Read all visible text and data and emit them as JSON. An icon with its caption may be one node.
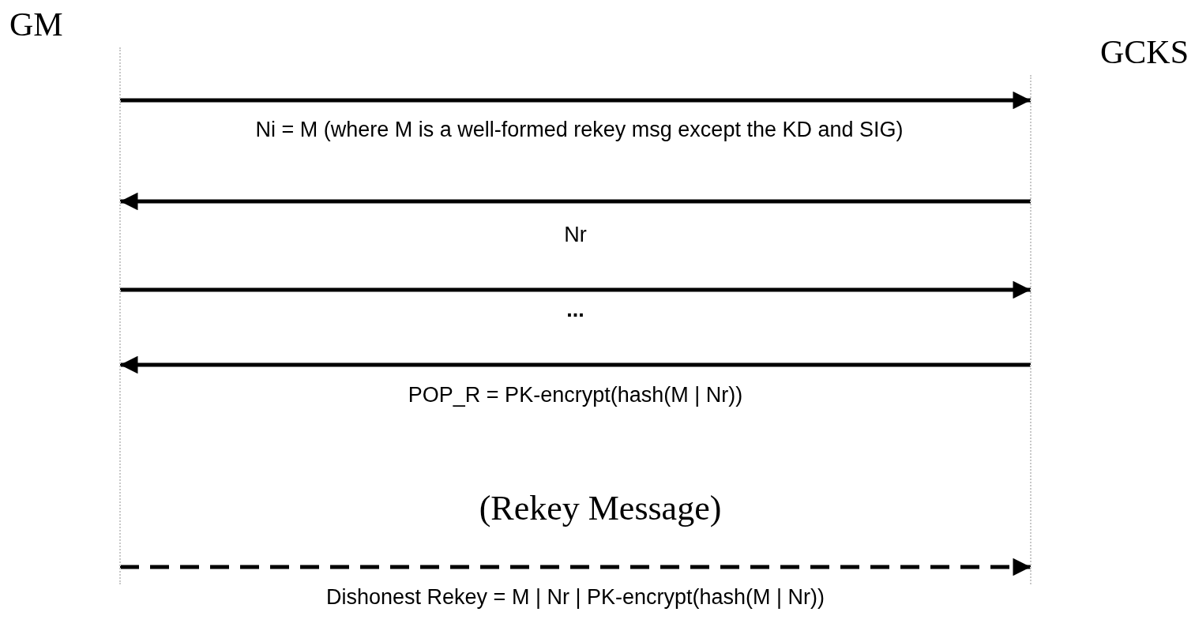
{
  "diagram": {
    "nodes": [
      {
        "text": [
          "GM"
        ]
      },
      {
        "text": [
          "GCKS"
        ]
      }
    ],
    "edges": [
      {
        "from": 0,
        "to": 1,
        "arrow": "to",
        "label": "Ni = M (where M is a well-formed rekey msg except the KD and SIG)"
      },
      {
        "from": 1,
        "to": 0,
        "arrow": "to",
        "label": "Nr"
      },
      {
        "from": 0,
        "to": 1,
        "arrow": "to",
        "label": "..."
      },
      {
        "from": 1,
        "to": 0,
        "arrow": "to",
        "label": "POP_R = PK-encrypt(hash(M | Nr))"
      },
      {
        "from": 0,
        "to": 1,
        "arrow": "to",
        "label": "Dishonest Rekey = M | Nr | PK-encrypt(hash(M | Nr))",
        "style": "dashed"
      }
    ],
    "labels": [
      "(Rekey Message)"
    ]
  }
}
